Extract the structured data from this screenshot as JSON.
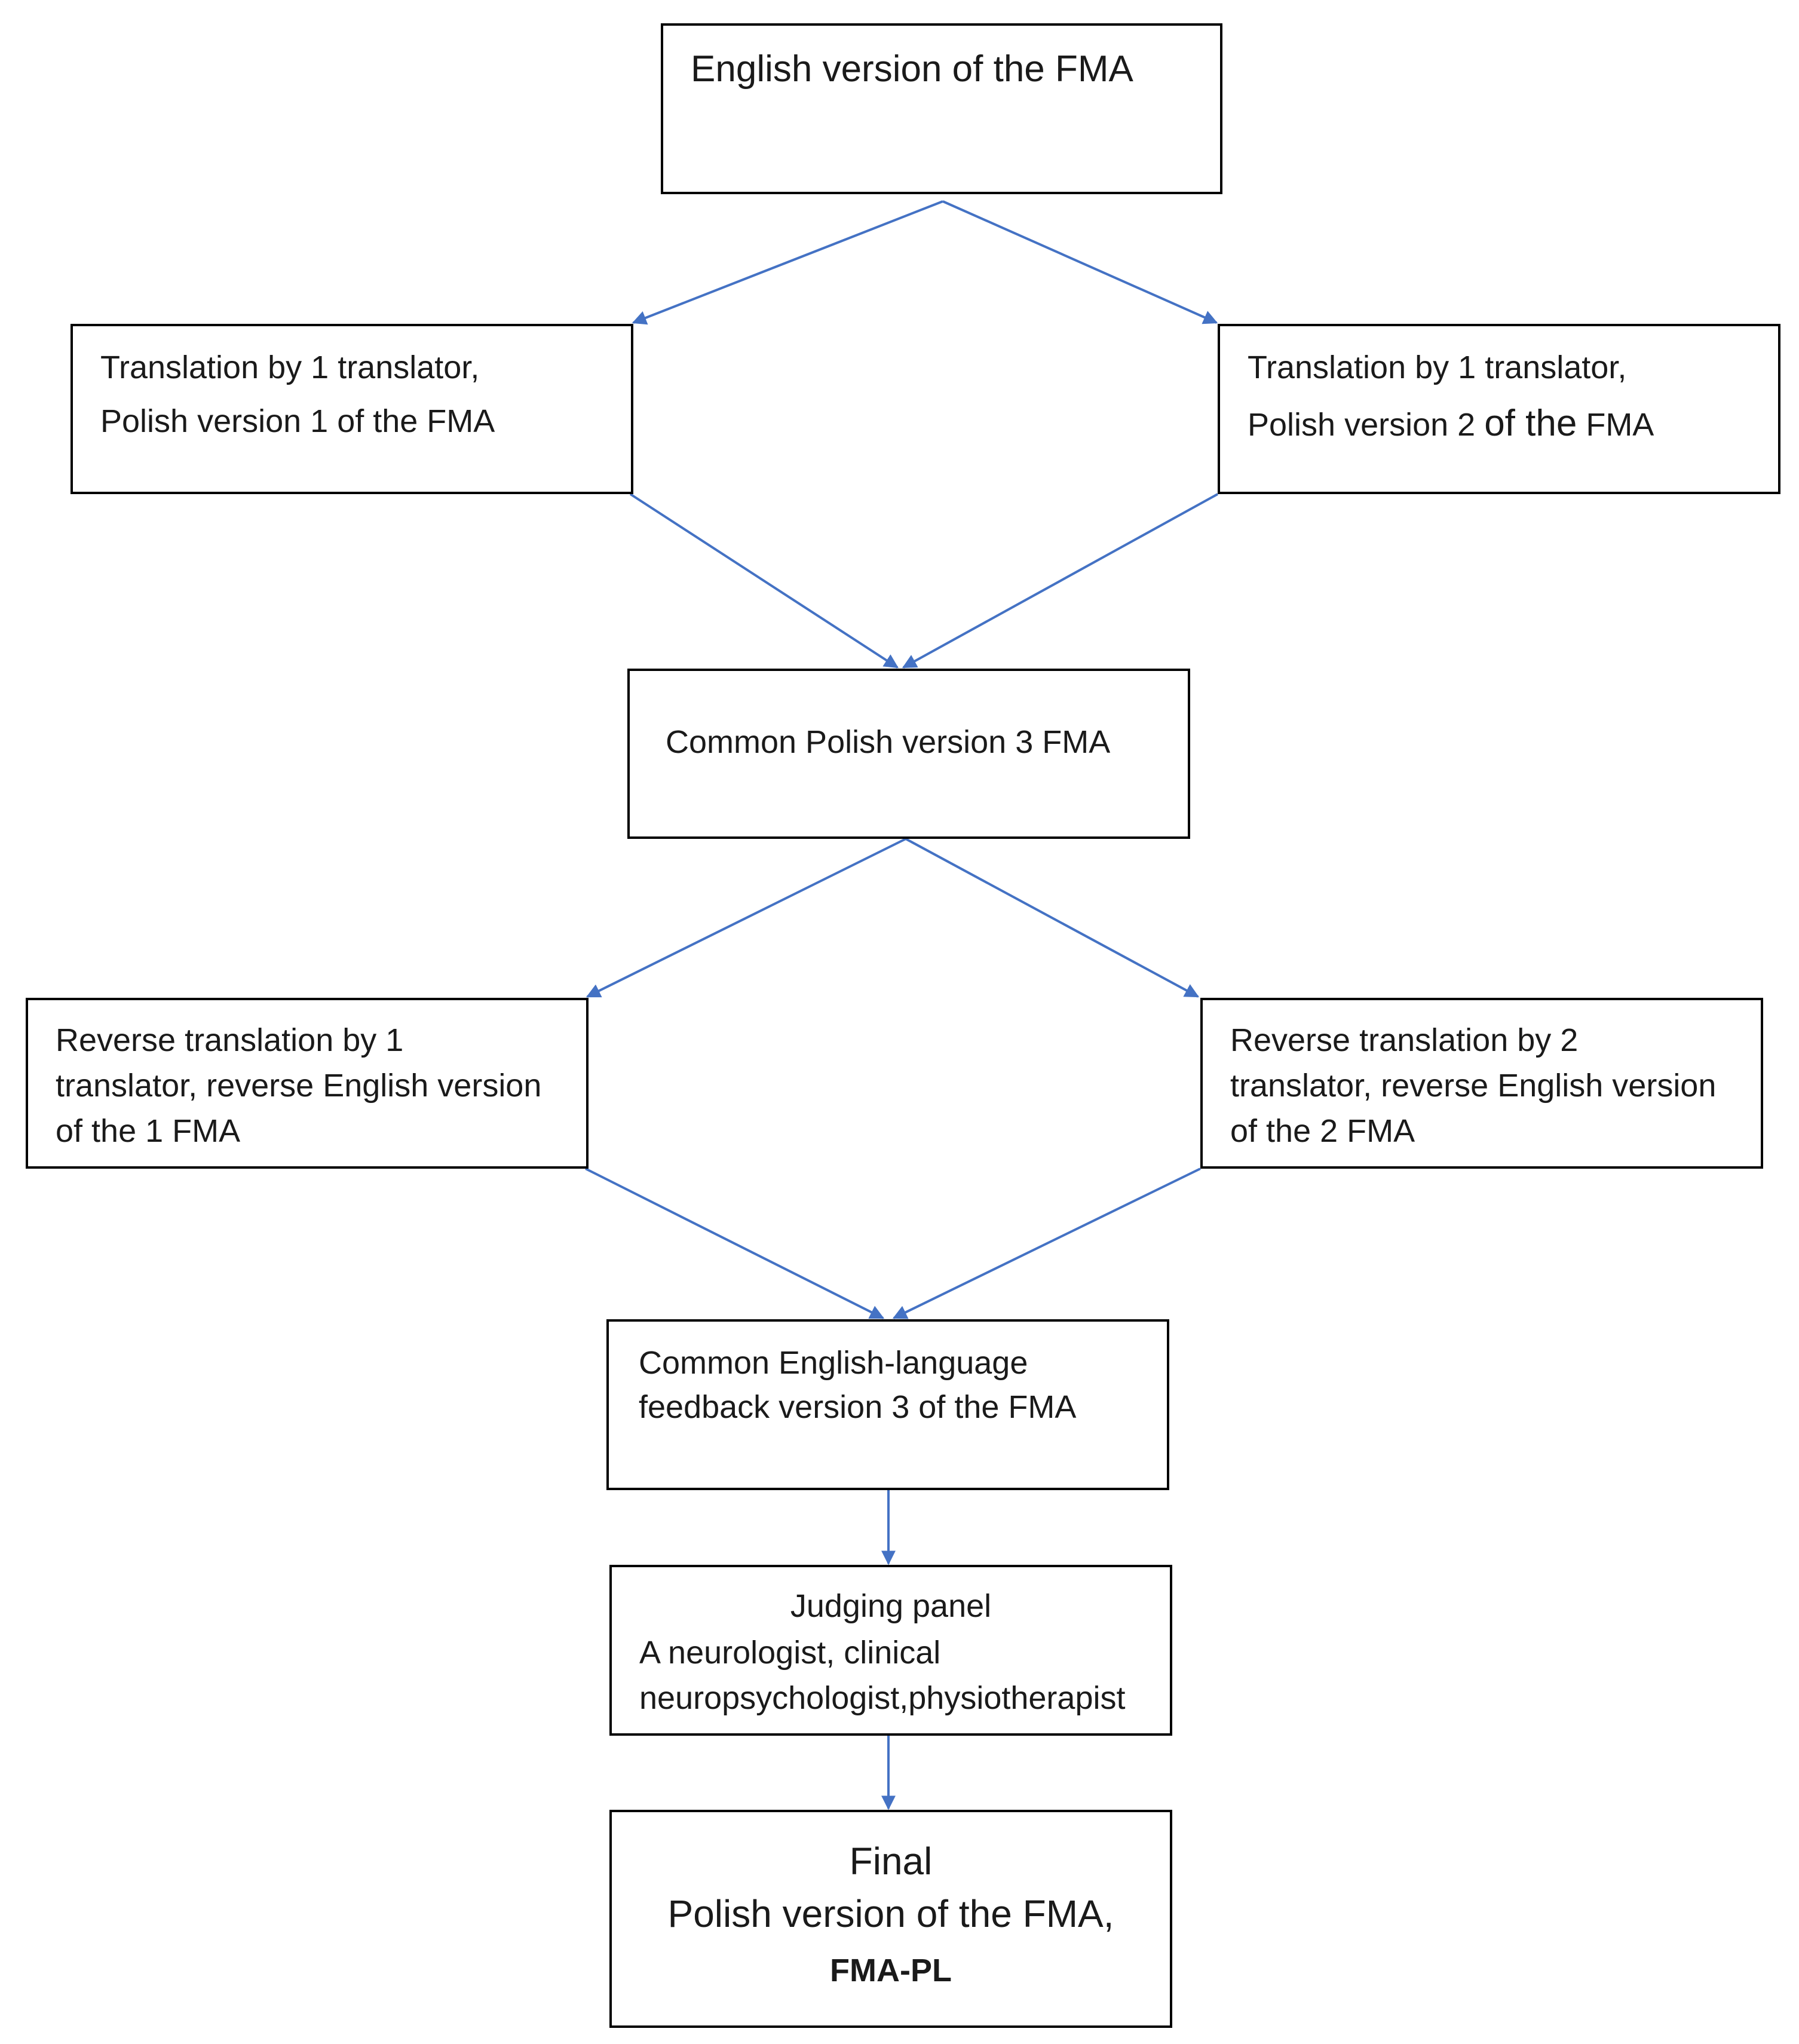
{
  "diagram": {
    "line_color": "#4472C4",
    "border_color": "#000000",
    "nodes": {
      "english_version": {
        "text": "English version of the FMA"
      },
      "translation_1": {
        "line1": "Translation by 1 translator,",
        "line2": "Polish version 1 of the FMA"
      },
      "translation_2": {
        "line1": "Translation by 1 translator,",
        "line2a": "Polish version 2 ",
        "line2b": "of the",
        "line2c": " FMA"
      },
      "common_polish": {
        "text": "Common Polish version 3 FMA"
      },
      "reverse_1": {
        "line1": "Reverse translation by 1",
        "line2": "translator, reverse English version",
        "line3": "of the 1 FMA"
      },
      "reverse_2": {
        "line1": "Reverse translation by 2",
        "line2": "translator, reverse English version",
        "line3": "of the 2 FMA"
      },
      "common_english": {
        "line1": "Common English-language",
        "line2": "feedback version 3 of the FMA"
      },
      "judging_panel": {
        "title": "Judging panel",
        "line1": "A neurologist, clinical",
        "line2": "neuropsychologist,physiotherapist"
      },
      "final": {
        "line1": "Final",
        "line2": "Polish version of the FMA,",
        "line3": "FMA-PL"
      }
    },
    "edges": [
      {
        "from": "english_version",
        "to": "translation_1"
      },
      {
        "from": "english_version",
        "to": "translation_2"
      },
      {
        "from": "translation_1",
        "to": "common_polish"
      },
      {
        "from": "translation_2",
        "to": "common_polish"
      },
      {
        "from": "common_polish",
        "to": "reverse_1"
      },
      {
        "from": "common_polish",
        "to": "reverse_2"
      },
      {
        "from": "reverse_1",
        "to": "common_english"
      },
      {
        "from": "reverse_2",
        "to": "common_english"
      },
      {
        "from": "common_english",
        "to": "judging_panel"
      },
      {
        "from": "judging_panel",
        "to": "final"
      }
    ]
  }
}
